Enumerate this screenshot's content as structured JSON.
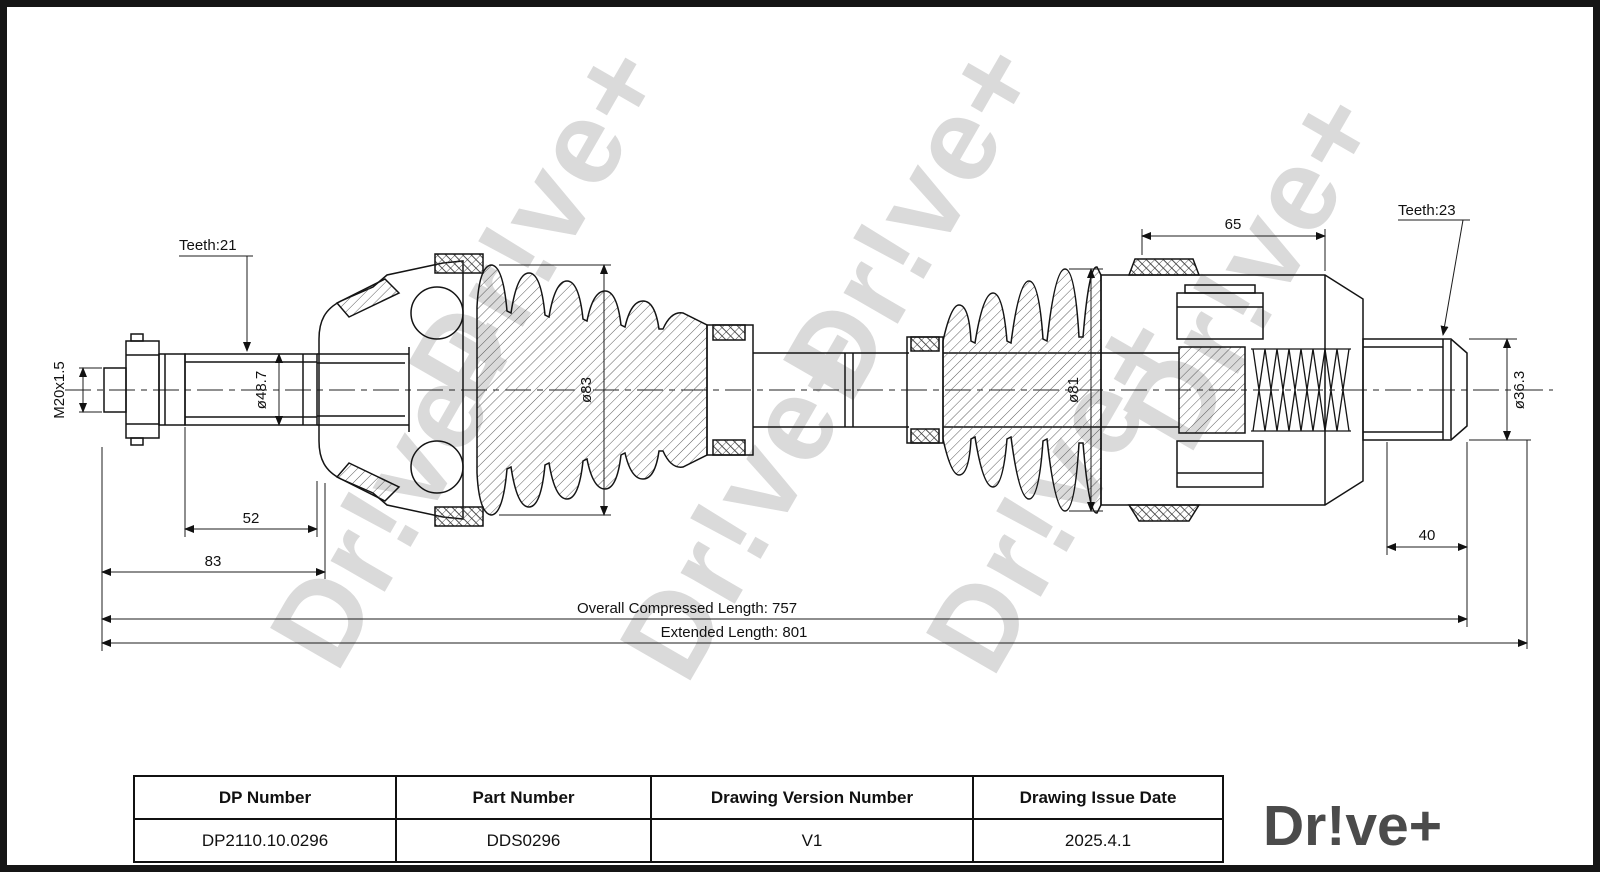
{
  "drawing": {
    "watermark": "Dr!ve+",
    "labels": {
      "thread_spec": "M20x1.5",
      "teeth_left": "Teeth:21",
      "spline_dia": "ø48.7",
      "len_52": "52",
      "len_83": "83",
      "boot_left_dia": "ø83",
      "boot_right_dia": "ø81",
      "len_65": "65",
      "teeth_right": "Teeth:23",
      "stub_dia": "ø36.3",
      "len_40": "40",
      "overall": "Overall Compressed Length: 757",
      "extended": "Extended Length: 801"
    }
  },
  "title_block": {
    "columns": [
      {
        "header": "DP Number",
        "value": "DP2110.10.0296"
      },
      {
        "header": "Part Number",
        "value": "DDS0296"
      },
      {
        "header": "Drawing Version Number",
        "value": "V1"
      },
      {
        "header": "Drawing Issue Date",
        "value": "2025.4.1"
      }
    ],
    "logo": "Dr!ve+"
  }
}
